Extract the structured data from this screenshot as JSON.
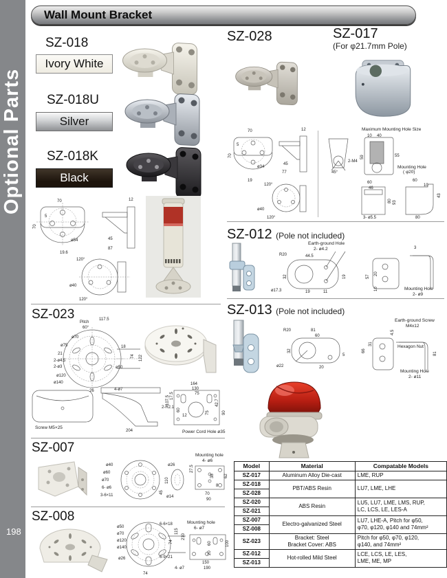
{
  "page": {
    "sidebar_title": "Optional Parts",
    "number": "198",
    "header_title": "Wall Mount Bracket"
  },
  "products": {
    "sz018": {
      "code": "SZ-018",
      "color_label": "Ivory White"
    },
    "sz018u": {
      "code": "SZ-018U",
      "color_label": "Silver"
    },
    "sz018k": {
      "code": "SZ-018K",
      "color_label": "Black"
    },
    "sz028": {
      "code": "SZ-028"
    },
    "sz017": {
      "code": "SZ-017",
      "subtitle": "(For φ21.7mm Pole)"
    },
    "sz012": {
      "code": "SZ-012",
      "note": "(Pole not included)"
    },
    "sz013": {
      "code": "SZ-013",
      "note": "(Pole not included)"
    },
    "sz023": {
      "code": "SZ-023"
    },
    "sz007": {
      "code": "SZ-007"
    },
    "sz008": {
      "code": "SZ-008"
    }
  },
  "dims": {
    "sz018": [
      "70",
      "5",
      "70",
      "ø54",
      "19.6",
      "12",
      "45",
      "87",
      "120°",
      "ø40",
      "120°"
    ],
    "sz028": [
      "70",
      "12",
      "5",
      "70",
      "ø34",
      "19",
      "45",
      "77",
      "120°",
      "ø40",
      "120°"
    ],
    "sz017": [
      "45°",
      "2-M4",
      "Maximum Mounting Hole Size",
      "10",
      "40",
      "59",
      "55",
      "Mounting Hole",
      "( φ20)",
      "60",
      "46",
      "80",
      "93",
      "3- ø5.5",
      "60",
      "10",
      "43",
      "80"
    ],
    "sz012": [
      "R20",
      "Earth-ground Hole",
      "2- ø4.2",
      "44.5",
      "32",
      "ø17.3",
      "19",
      "11",
      "19",
      "3",
      "57",
      "20",
      "10",
      "Mounting Hole",
      "2- ø9"
    ],
    "sz013": [
      "R20",
      "81",
      "60",
      "32",
      "ø22",
      "20",
      "5",
      "Earth-ground Screw",
      "M4x12",
      "4.5",
      "31",
      "66",
      "Hexagon Nut",
      "81",
      "Mounting Hole",
      "2- ø11"
    ],
    "sz023": [
      "Pitch",
      "60°",
      "117.5",
      "ø70",
      "ø75",
      "21",
      "2-ø4.5",
      "2-ø3",
      "ø120",
      "ø140",
      "18",
      "74",
      "122",
      "ø50",
      "26",
      "4-ø7",
      "Screw M5×25",
      "204",
      "107.5",
      "164",
      "130",
      "75",
      "17.5",
      "2-R2.1",
      "60",
      "12",
      "75",
      "42.7",
      "90",
      "Power Cord Hole ø35"
    ],
    "sz007": [
      "ø40",
      "ø60",
      "ø70",
      "6- ø6",
      "3-6×11",
      "110",
      "45",
      "ø26",
      "ø14",
      "27.5",
      "Mounting hole",
      "4- ø6",
      "38",
      "8",
      "62",
      "70",
      "90"
    ],
    "sz008": [
      "ø50",
      "ø70",
      "ø120",
      "ø140",
      "ø26",
      "6-6×18",
      "115",
      "74",
      "210",
      "6-9×21",
      "74",
      "4- ø7",
      "Mounting hole",
      "6- ø7",
      "60",
      "20",
      "150",
      "190",
      "100"
    ]
  },
  "table": {
    "headers": [
      "Model",
      "Material",
      "Compatable Models"
    ],
    "rows": [
      {
        "models": [
          "SZ-017"
        ],
        "material": "Aluminum Alloy Die-cast",
        "compat": "LME, RUP"
      },
      {
        "models": [
          "SZ-018",
          "SZ-028"
        ],
        "material": "PBT/ABS Resin",
        "compat": "LU7, LME, LHE"
      },
      {
        "models": [
          "SZ-020",
          "SZ-021"
        ],
        "material": "ABS Resin",
        "compat": "LU5, LU7, LME, LMS, RUP,\nLC, LCS, LE, LES-A"
      },
      {
        "models": [
          "SZ-007",
          "SZ-008"
        ],
        "material": "Electro-galvanized Steel",
        "compat": "LU7, LHE-A,  Pitch for φ50,\nφ70, φ120, φ140 and 74mm²"
      },
      {
        "models": [
          "SZ-023"
        ],
        "material": "Bracket: Steel\nBracket Cover: ABS",
        "compat": "Pitch for φ50, φ70, φ120,\nφ140, and 74mm²"
      },
      {
        "models": [
          "SZ-012",
          "SZ-013"
        ],
        "material": "Hot-rolled Mild Steel",
        "compat": "LCE, LCS, LE, LES,\nLME, ME, MP"
      }
    ]
  },
  "colors": {
    "sidebar": "#85878a",
    "ivory": "#f0ede4",
    "silver": "#b9bfc6",
    "black": "#2a282b",
    "beacon_red": "#c0392b"
  }
}
